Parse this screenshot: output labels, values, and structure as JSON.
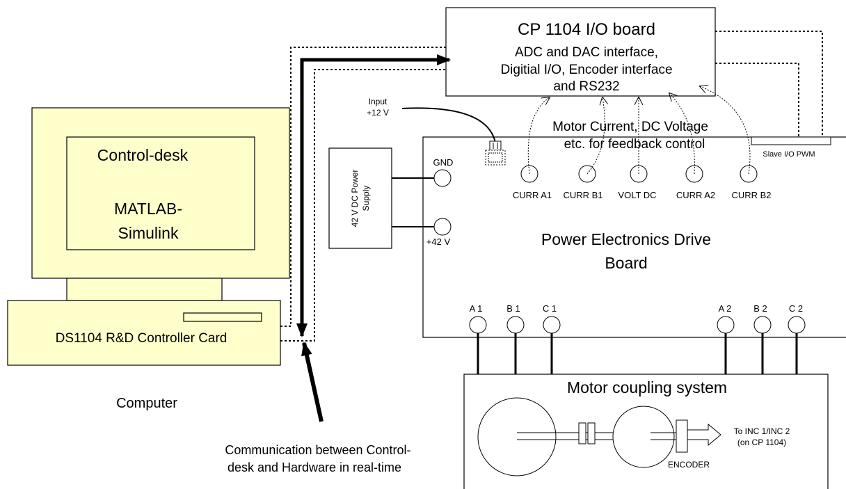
{
  "io_board": {
    "title": "CP 1104 I/O board",
    "line1": "ADC and DAC interface,",
    "line2": "Digitial I/O, Encoder interface",
    "line3": "and RS232"
  },
  "computer": {
    "screen_line1": "Control-desk",
    "screen_line2": "MATLAB-",
    "screen_line3": "Simulink",
    "card_label": "DS1104 R&D Controller Card",
    "caption": "Computer"
  },
  "input_power": {
    "line1": "Input",
    "line2": "+12 V"
  },
  "power_supply": {
    "line1": "42 V DC Power",
    "line2": "Supply"
  },
  "terminals": {
    "gnd": "GND",
    "plus42": "+42 V"
  },
  "feedback": {
    "line1": "Motor Current, DC Voltage",
    "line2": "etc. for feedback control"
  },
  "slave_pwm": "Slave I/O PWM",
  "sensors": [
    "CURR A1",
    "CURR B1",
    "VOLT DC",
    "CURR A2",
    "CURR B2"
  ],
  "drive_board": {
    "line1": "Power Electronics Drive",
    "line2": "Board"
  },
  "phases": [
    "A 1",
    "B 1",
    "C 1",
    "A 2",
    "B 2",
    "C 2"
  ],
  "motor": {
    "title": "Motor coupling system",
    "encoder": "ENCODER",
    "to_line1": "To INC 1/INC 2",
    "to_line2": "(on CP 1104)"
  },
  "communication": {
    "line1": "Communication between Control-",
    "line2": "desk and Hardware in real-time"
  },
  "colors": {
    "computer_fill": "#ffffcc",
    "line": "#000000",
    "background": "#ffffff"
  }
}
